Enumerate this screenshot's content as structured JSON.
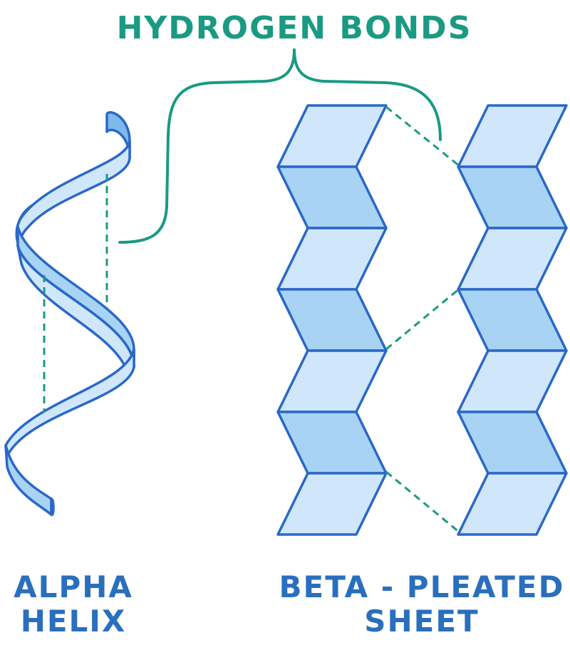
{
  "title": "HYDROGEN BONDS",
  "alpha_label": {
    "line1": "ALPHA",
    "line2": "HELIX"
  },
  "beta_label": {
    "line1": "BETA - PLEATED",
    "line2": "SHEET"
  },
  "colors": {
    "accent_green": "#1a9a82",
    "outline_blue": "#2a68c7",
    "label_blue": "#2a6fbd",
    "fill_light": "#cfe6fb",
    "fill_mid": "#a8d3f5",
    "fill_inner": "#7fb8ea"
  }
}
